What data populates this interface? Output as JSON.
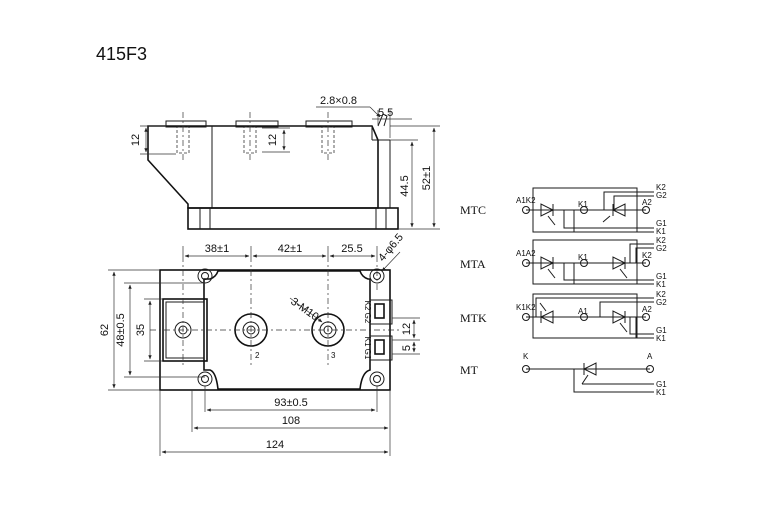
{
  "title": "415F3",
  "dimensions": {
    "terminal_size": "2.8×0.8",
    "d_5_5": "5.5",
    "d_12_side": "12",
    "d_12_top": "12",
    "d_44_5": "44.5",
    "d_52": "52±1",
    "d_38": "38±1",
    "d_42": "42±1",
    "d_25_5": "25.5",
    "hole": "4-φ6.5",
    "thread": "3-M10",
    "d_62": "62",
    "d_48": "48±0.5",
    "d_35": "35",
    "d_12_right": "12",
    "d_5_right": "5",
    "d_93": "93±0.5",
    "d_108": "108",
    "d_124": "124"
  },
  "terminals": {
    "t2": "2",
    "t3": "3"
  },
  "connector_labels": {
    "top": "K2 G2",
    "bottom": "K1 G1"
  },
  "circuits": [
    {
      "name": "MTC",
      "left": "A1K2",
      "mid": "K1",
      "right": "A2",
      "pins": [
        "K2",
        "G2",
        "G1",
        "K1"
      ]
    },
    {
      "name": "MTA",
      "left": "A1A2",
      "mid": "K1",
      "right": "K2",
      "pins": [
        "K2",
        "G2",
        "G1",
        "K1"
      ]
    },
    {
      "name": "MTK",
      "left": "K1K2",
      "mid": "A1",
      "right": "A2",
      "pins": [
        "K2",
        "G2",
        "G1",
        "K1"
      ]
    },
    {
      "name": "MT",
      "left": "K",
      "right": "A",
      "pins": [
        "G1",
        "K1"
      ]
    }
  ]
}
